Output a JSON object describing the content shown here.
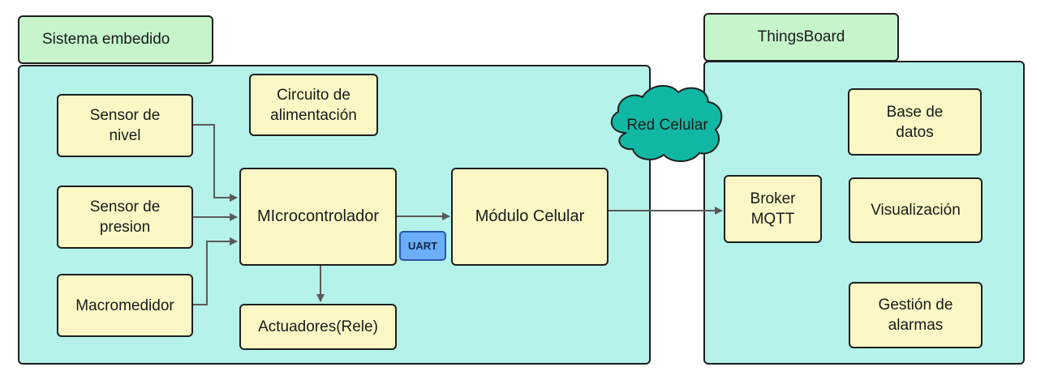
{
  "embedded": {
    "title": "Sistema embedido",
    "power": "Circuito de\nalimentación",
    "sensor_level": "Sensor de\nnivel",
    "sensor_pressure": "Sensor de\npresion",
    "macrometer": "Macromedidor",
    "mcu": "MIcrocontrolador",
    "actuators": "Actuadores(Rele)",
    "uart": "UART",
    "cell_module": "Módulo Celular"
  },
  "network": {
    "cloud": "Red Celular"
  },
  "thingsboard": {
    "title": "ThingsBoard",
    "broker": "Broker\nMQTT",
    "database": "Base de\ndatos",
    "visualization": "Visualización",
    "alarms": "Gestión de\nalarmas"
  },
  "colors": {
    "container": "#b5f2ea",
    "tab": "#c6f5cc",
    "node": "#fcf8c6",
    "uart": "#6aaff7",
    "cloud": "#10b8a3",
    "arrow": "#5a5a5a"
  }
}
